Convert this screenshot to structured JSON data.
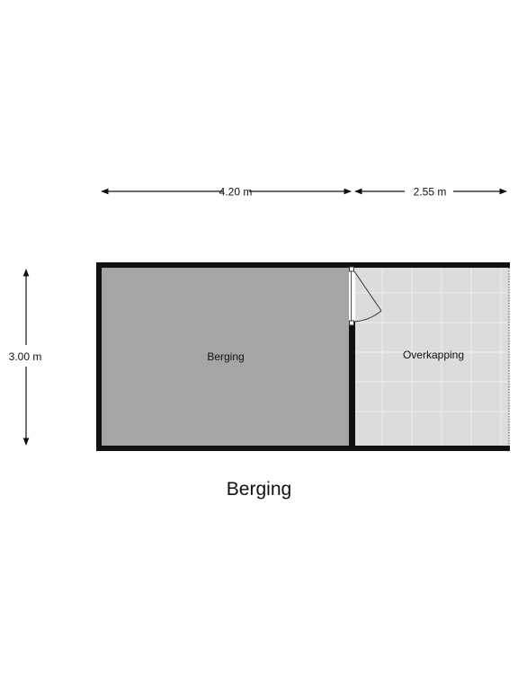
{
  "plan": {
    "title": "Berging",
    "rooms": {
      "storage": "Berging",
      "canopy": "Overkapping"
    },
    "dimensions": {
      "width_storage": "4.20 m",
      "width_canopy": "2.55 m",
      "depth": "3.00 m"
    },
    "colors": {
      "wall": "#111111",
      "storage_floor": "#a5a5a5",
      "canopy_floor": "#dcdcdc",
      "tile_line": "#eeeeee"
    }
  }
}
